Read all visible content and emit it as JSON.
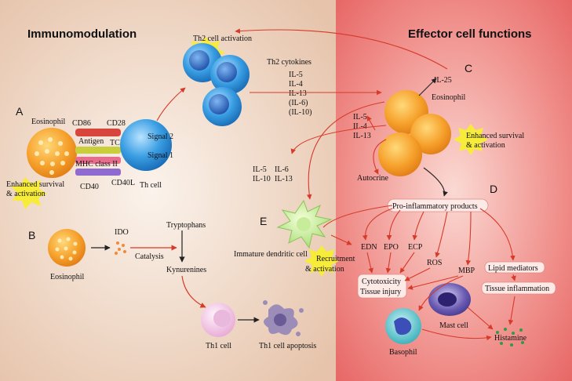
{
  "headers": {
    "left": "Immunomodulation",
    "right": "Effector cell functions"
  },
  "panels": {
    "a": "A",
    "b": "B",
    "c": "C",
    "d": "D",
    "e": "E"
  },
  "panel_a": {
    "eosinophil": "Eosinophil",
    "cd86": "CD86",
    "cd28": "CD28",
    "antigen": "Antigen",
    "tcr": "TCR",
    "mhc": "MHC class II",
    "signal2": "Signal 2",
    "signal1": "Signal 1",
    "cd40": "CD40",
    "cd40l": "CD40L",
    "th_cell": "Th cell",
    "enhanced_line1": "Enhanced survival",
    "enhanced_line2": "& activation"
  },
  "th2": {
    "activation": "Th2 cell activation",
    "cytokines_title": "Th2 cytokines",
    "cytokines": [
      "IL-5",
      "IL-4",
      "IL-13",
      "(IL-6)",
      "(IL-10)"
    ]
  },
  "panel_b": {
    "eosinophil": "Eosinophil",
    "ido": "IDO",
    "catalysis": "Catalysis",
    "tryptophans": "Tryptophans",
    "kynurenines": "Kynurenines",
    "th1_cell": "Th1 cell",
    "th1_apoptosis": "Th1 cell apoptosis"
  },
  "panel_c": {
    "il25": "IL-25",
    "eosinophil": "Eosinophil",
    "autocrine_cytokines": [
      "IL-5",
      "IL-4",
      "IL-13"
    ],
    "autocrine": "Autocrine",
    "enhanced_line1": "Enhanced survival",
    "enhanced_line2": "& activation"
  },
  "panel_e": {
    "cytokines_row1": [
      "IL-5",
      "IL-6"
    ],
    "cytokines_row2": [
      "IL-10",
      "IL-13"
    ],
    "dendritic_cell": "Immature dendritic cell",
    "recruitment_line1": "Recruitment",
    "recruitment_line2": "& activation"
  },
  "panel_d": {
    "pro_inflammatory": "Pro-inflammatory products",
    "edn": "EDN",
    "epo": "EPO",
    "ecp": "ECP",
    "ros": "ROS",
    "mbp": "MBP",
    "lipid_mediators": "Lipid mediators",
    "cytotoxicity": "Cytotoxicity",
    "tissue_injury": "Tissue injury",
    "tissue_inflammation": "Tissue inflammation",
    "mast_cell": "Mast cell",
    "basophil": "Basophil",
    "histamine": "Histamine"
  },
  "colors": {
    "left_background": "#f2dccb",
    "right_background": "#ee7a78",
    "arrow_red": "#d63a2a",
    "eosinophil_orange": "#f5a02a",
    "th2_blue": "#2f8fd6",
    "star_yellow": "#f7ec3a"
  }
}
